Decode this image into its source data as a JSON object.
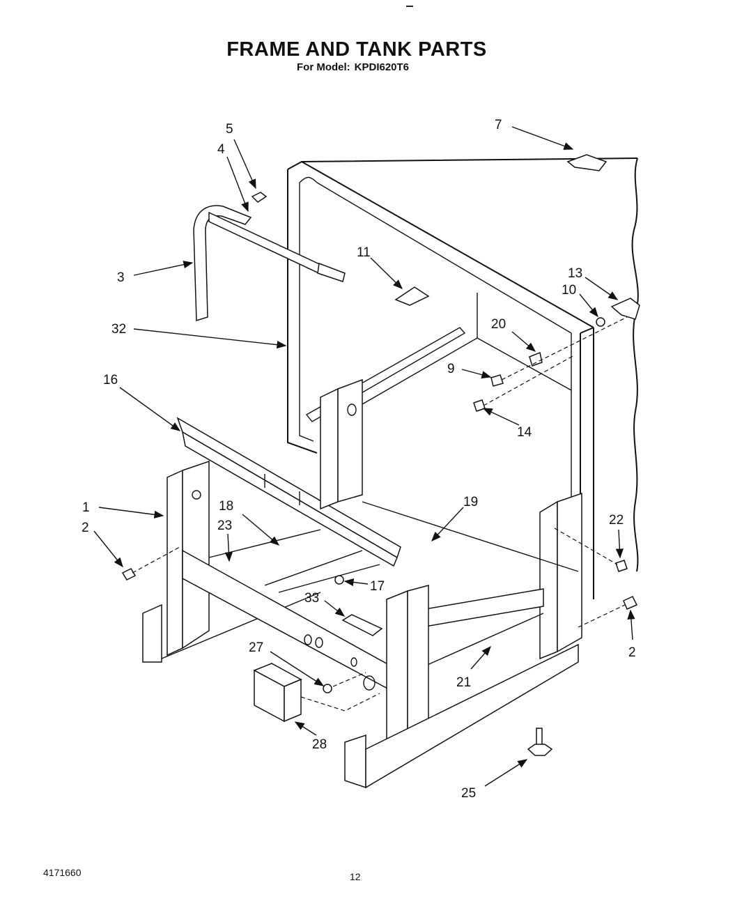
{
  "header": {
    "title": "FRAME AND TANK PARTS",
    "model_label": "For Model:",
    "model_number": "KPDI620T6"
  },
  "footer": {
    "document_number": "4171660",
    "page_number": "12"
  },
  "callouts": [
    "1",
    "2",
    "2",
    "3",
    "4",
    "5",
    "7",
    "9",
    "10",
    "11",
    "13",
    "14",
    "16",
    "17",
    "18",
    "19",
    "20",
    "21",
    "22",
    "23",
    "25",
    "27",
    "28",
    "32",
    "33"
  ]
}
